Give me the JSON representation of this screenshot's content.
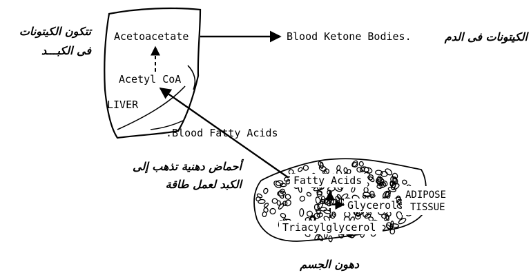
{
  "diagram": {
    "liver_label": "LIVER",
    "acetoacetate": "Acetoacetate",
    "acetyl_coa": "Acetyl CoA",
    "blood_ketone_bodies": "Blood Ketone Bodies.",
    "blood_fatty_acids": ".Blood Fatty Acids",
    "fatty_acids": "Fatty Acids",
    "glycerol": "Glycerol",
    "triacylglycerol": "Triacylglycerol",
    "adipose_line1": "ADIPOSE",
    "adipose_line2": "TISSUE"
  },
  "arabic_annotations": {
    "ketone_formation_line1": "تتكون الكيتونات",
    "ketone_formation_line2": "فى الكبـــد",
    "ketones_in_blood": "الكيتونات فى الدم",
    "fatty_acids_to_liver_line1": "أحماض دهنية تذهب إلى",
    "fatty_acids_to_liver_line2": "الكبد لعمل طاقة",
    "body_fats": "دهون الجسم"
  },
  "colors": {
    "ink": "#000000",
    "background": "#ffffff"
  }
}
